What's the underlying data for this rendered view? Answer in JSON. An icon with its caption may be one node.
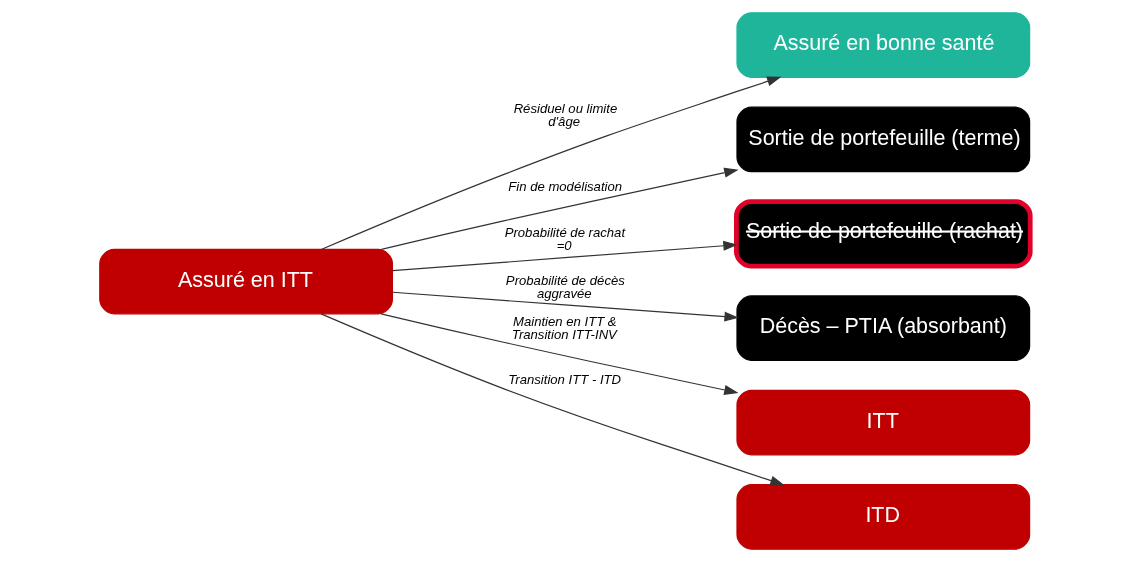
{
  "diagram": {
    "nodes": [
      {
        "text": [
          "Assuré en ITT"
        ]
      },
      {
        "text": [
          "Assuré en bonne santé"
        ]
      },
      {
        "text": [
          "Sortie de portefeuille (terme)"
        ]
      },
      {
        "text": [
          "Sortie de portefeuille (rachat)"
        ]
      },
      {
        "text": [
          "Décès – PTIA (absorbant)"
        ]
      },
      {
        "text": [
          "ITT"
        ]
      },
      {
        "text": [
          "ITD"
        ]
      }
    ],
    "edges": [
      {
        "from": 0,
        "to": 1,
        "arrow": "to",
        "label": "Résiduel ou limite d'âge"
      },
      {
        "from": 0,
        "to": 2,
        "arrow": "to",
        "label": "Fin de modélisation"
      },
      {
        "from": 0,
        "to": 3,
        "arrow": "to",
        "label": "Probabilité de rachat =0"
      },
      {
        "from": 0,
        "to": 4,
        "arrow": "to",
        "label": "Probabilité de décès aggravée"
      },
      {
        "from": 0,
        "to": 5,
        "arrow": "to",
        "label": "Maintien en ITT & Transition ITT-INV"
      },
      {
        "from": 0,
        "to": 6,
        "arrow": "to",
        "label": "Transition ITT - ITD"
      }
    ]
  }
}
